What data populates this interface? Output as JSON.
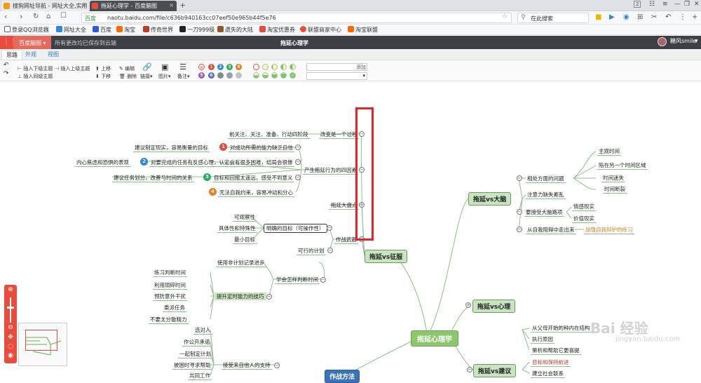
{
  "browser": {
    "tabs": [
      {
        "label": "搜狗网址导航 - 网址大全,实用"
      },
      {
        "label": "拖延心理学 - 百度脑图"
      }
    ],
    "window_number": "2",
    "address_tag": "百度",
    "url": "naotu.baidu.com/file/c636b940163cc07eef50e965b44f5e76",
    "search_placeholder": "在此搜索",
    "bookmarks": [
      "登录QQ浏览器",
      "网址大全",
      "百度",
      "淘宝",
      "传奇世界",
      "一刀999级",
      "遗失的大陆",
      "淘宝优惠券",
      "联盟商家中心",
      "淘宝联盟"
    ]
  },
  "app": {
    "brand": "百度脑图",
    "save_status": "所有更改均已保存到云端",
    "doc_title": "拖延心理学",
    "user": "糖风smile",
    "tabs": [
      "思路",
      "外观",
      "视图"
    ],
    "toolbar": {
      "insert_child": "插入下级主题",
      "insert_parent": "插入上级主题",
      "insert_sibling": "插入同级主题",
      "move_up": "上移",
      "move_down": "下移",
      "edit": "编辑",
      "delete": "删除",
      "link": "链接",
      "image": "图片",
      "note": "备注",
      "add": "添加",
      "priorities": [
        "1",
        "2",
        "3",
        "4",
        "5",
        "6"
      ],
      "priority_colors": [
        "#e74c3c",
        "#2e86de",
        "#27ae60",
        "#e67e22",
        "#9b59b6",
        "#5c6bc0"
      ]
    }
  },
  "mindmap": {
    "root": "拖延心理学",
    "hubs": {
      "conquer": "拖延vs征服",
      "brain": "拖延vs大脑",
      "psych": "拖延vs心理",
      "advice": "拖延vs建议",
      "fight": "作战方法"
    },
    "left_top": [
      {
        "text": "前关注、关注、准备、行动四阶段"
      },
      {
        "text": "改变是一个过程"
      },
      {
        "text": "对成功所需的能力缺乏自信",
        "num": "1",
        "color": "#e74c3c"
      },
      {
        "text": "建议制定现实，容易衡量的目标"
      },
      {
        "text": "对要完成的任务有反感心理，认定会有很多困难，结局会很惨",
        "num": "2",
        "color": "#2e86de"
      },
      {
        "text": "内心焦虑和恐惧的表现"
      },
      {
        "text": "产生拖延行为的四因素"
      },
      {
        "text": "目标和回报太遥远，感受不到意义",
        "num": "3",
        "color": "#27ae60"
      },
      {
        "text": "建议任务划分，改善与时间的关系"
      },
      {
        "text": "无法自我约束，容易冲动和分心",
        "num": "4",
        "color": "#e67e22"
      },
      {
        "text": "拖延大盘点"
      }
    ],
    "left_mid": [
      {
        "text": "可观察性"
      },
      {
        "text": "具体性和特殊性"
      },
      {
        "text": "最小目标"
      },
      {
        "text": "明确的目标（可操作性）"
      },
      {
        "text": "作战武器"
      },
      {
        "text": "可行的计划"
      }
    ],
    "left_low": [
      {
        "text": "使用非计划记录进步"
      },
      {
        "text": "学会怎样判断时间"
      },
      {
        "text": "练习判断时间"
      },
      {
        "text": "利用琐碎时间"
      },
      {
        "text": "预防意外干扰"
      },
      {
        "text": "委派任务"
      },
      {
        "text": "不要太分散精力"
      },
      {
        "text": "提升定时能力的技巧"
      }
    ],
    "left_bottom": [
      {
        "text": "选对人"
      },
      {
        "text": "作公开承诺"
      },
      {
        "text": "一起制定计划"
      },
      {
        "text": "被困时寻求帮助"
      },
      {
        "text": "共同工作"
      },
      {
        "text": "接受来自他人的支持"
      }
    ],
    "right_brain": [
      {
        "text": "主观时间"
      },
      {
        "text": "陷在另一个时间区域"
      },
      {
        "text": "时间迷失"
      },
      {
        "text": "时间断裂"
      },
      {
        "text": "相处方面的问题"
      },
      {
        "text": "注意力缺失紊乱"
      },
      {
        "text": "情感现实"
      },
      {
        "text": "价值现实"
      },
      {
        "text": "要接受大脑路项"
      },
      {
        "text": "从自我阻碍中走出来"
      },
      {
        "text": "加强自我辩护的练习"
      }
    ],
    "right_advice": [
      {
        "text": "从父母开始的种内在结构"
      },
      {
        "text": "执行原因"
      },
      {
        "text": "策析和帮助它更喜提"
      },
      {
        "text": "目标和保持前进"
      },
      {
        "text": "建立社会联系"
      }
    ]
  },
  "watermark": {
    "main": "Bai 经验",
    "sub": "jingyan.baidu.com"
  }
}
